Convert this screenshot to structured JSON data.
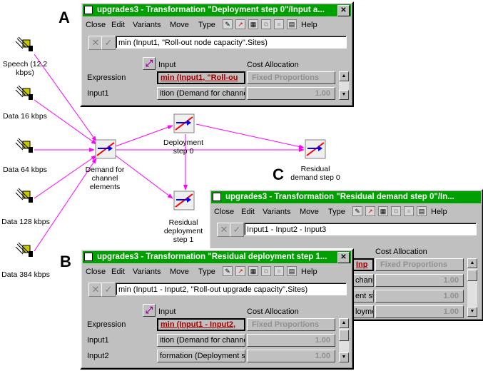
{
  "letters": {
    "a": "A",
    "b": "B",
    "c": "C"
  },
  "colors": {
    "titlebar": "#00a000",
    "arrow": "#ff00ff",
    "window": "#c0c0c0"
  },
  "diagram": {
    "nodes": {
      "speech": "Speech (12.2 kbps)",
      "data16": "Data 16 kbps",
      "data64": "Data 64 kbps",
      "data128": "Data 128 kbps",
      "data384": "Data 384 kbps",
      "demand": "Demand for channel elements",
      "deploy0": "Deployment step 0",
      "residual_deploy1": "Residual deployment step 1",
      "residual_demand0": "Residual demand step 0"
    },
    "icons": {
      "satellite": "satellite-dish-icon",
      "transform": "transformation-chart-icon"
    }
  },
  "menu": {
    "close": "Close",
    "edit": "Edit",
    "variants": "Variants",
    "move": "Move",
    "type": "Type",
    "help": "Help"
  },
  "window_a": {
    "title": "upgrades3 - Transformation \"Deployment step 0\"/Input a...",
    "expression": "min (Input1, \"Roll-out node capacity\".Sites)",
    "col_input": "Input",
    "col_cost": "Cost Allocation",
    "rows": [
      {
        "label": "Expression",
        "input": "min (Input1, \"Roll-ou",
        "cost": "Fixed Proportions"
      },
      {
        "label": "Input1",
        "input": "ition (Demand for channe",
        "cost": "1.00"
      }
    ]
  },
  "window_b": {
    "title": "upgrades3 - Transformation \"Residual deployment step 1...",
    "expression": "min (Input1 - Input2, \"Roll-out upgrade capacity\".Sites)",
    "col_input": "Input",
    "col_cost": "Cost Allocation",
    "rows": [
      {
        "label": "Expression",
        "input": "min (Input1 - Input2,",
        "cost": "Fixed Proportions"
      },
      {
        "label": "Input1",
        "input": "ition (Demand for channe",
        "cost": "1.00"
      },
      {
        "label": "Input2",
        "input": "formation (Deployment st",
        "cost": "1.00"
      }
    ]
  },
  "window_c": {
    "title": "upgrades3 - Transformation \"Residual demand step 0\"/In...",
    "expression": "Input1 - Input2 - Input3",
    "col_cost": "Cost Allocation",
    "rows": [
      {
        "input": "Inp",
        "cost": "Fixed Proportions"
      },
      {
        "input": "channe",
        "cost": "1.00"
      },
      {
        "input": "ent st",
        "cost": "1.00"
      },
      {
        "input": "loyme",
        "cost": "1.00"
      }
    ]
  }
}
